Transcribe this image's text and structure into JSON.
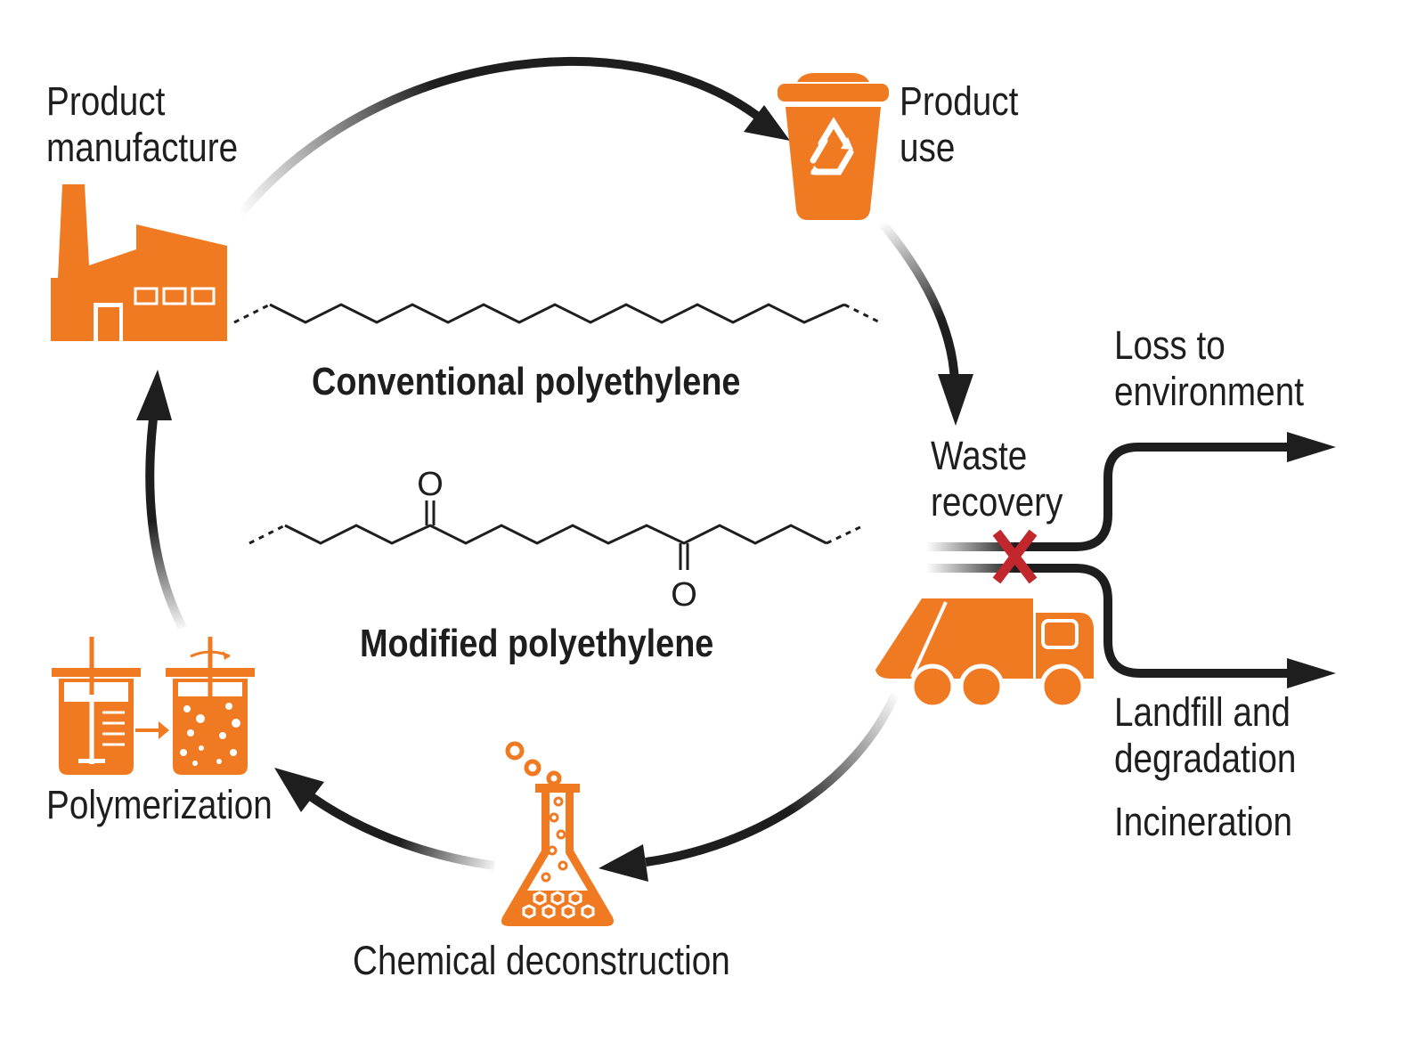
{
  "colors": {
    "accent": "#F07A22",
    "arrow": "#1e1e1e",
    "blocked": "#C1272D",
    "text": "#1e1e1e"
  },
  "stages": {
    "manufacture": [
      "Product",
      "manufacture"
    ],
    "use": [
      "Product",
      "use"
    ],
    "waste": [
      "Waste",
      "recovery"
    ],
    "deconstruction": "Chemical deconstruction",
    "polymerization": "Polymerization"
  },
  "structures": {
    "conventional": "Conventional polyethylene",
    "modified": "Modified polyethylene",
    "carbonyl_atom": "O"
  },
  "outcomes": {
    "loss": [
      "Loss to",
      "environment"
    ],
    "landfill": [
      "Landfill and",
      "degradation"
    ],
    "incineration": "Incineration"
  },
  "icons": [
    "factory-icon",
    "recycle-bin-icon",
    "garbage-truck-icon",
    "flask-icon",
    "reactor-icon",
    "blocked-x-icon"
  ]
}
